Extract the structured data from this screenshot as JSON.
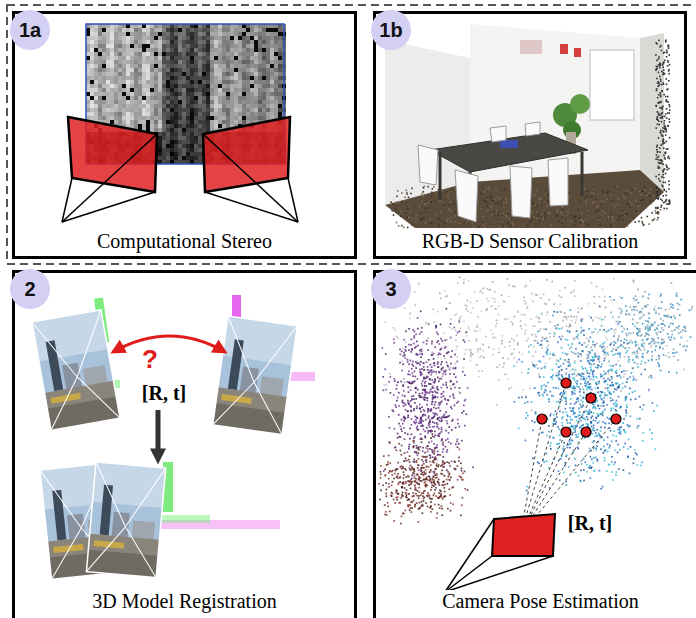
{
  "diagram": {
    "nodes": [
      {
        "text": [
          "Computational Stereo"
        ]
      },
      {
        "text": [
          "1a"
        ],
        "in": 0
      },
      {
        "text": [
          "RGB-D Sensor Calibration"
        ]
      },
      {
        "text": [
          "1b"
        ],
        "in": 2
      },
      {
        "text": [
          "3D Model Registration"
        ]
      },
      {
        "text": [
          "2"
        ],
        "in": 4
      },
      {
        "text": [
          "Camera Pose Estimation"
        ]
      },
      {
        "text": [
          "3"
        ],
        "in": 6
      }
    ],
    "labels": [
      "?",
      "[R, t]",
      "[R, t]"
    ]
  }
}
